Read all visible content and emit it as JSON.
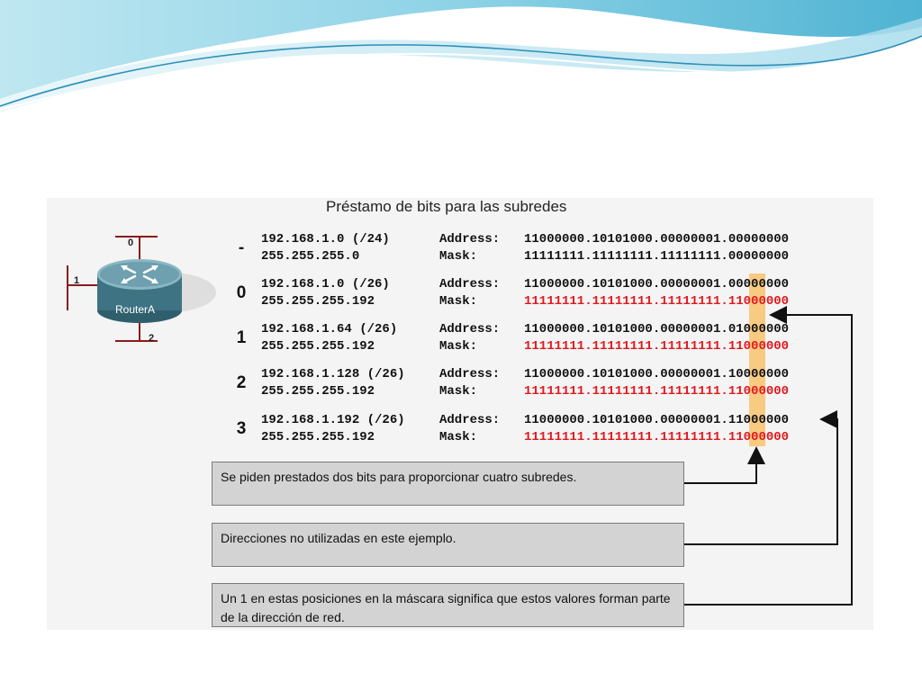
{
  "title": "Préstamo de bits para las subredes",
  "router": {
    "name": "RouterA",
    "ports": [
      "0",
      "1",
      "2"
    ]
  },
  "colors": {
    "highlight": "#f9c77b",
    "mask_bits": "#e0191f",
    "note_background": "#d3d3d3"
  },
  "rows": [
    {
      "index": "-",
      "network": "192.168.1.0 (/24)",
      "mask": "255.255.255.0",
      "address_label": "Address:",
      "mask_label": "Mask:",
      "address_binary": "11000000.10101000.00000001.00000000",
      "mask_binary": "11111111.11111111.11111111.00000000"
    },
    {
      "index": "0",
      "network": "192.168.1.0 (/26)",
      "mask": "255.255.255.192",
      "address_label": "Address:",
      "mask_label": "Mask:",
      "address_binary": "11000000.10101000.00000001.00000000",
      "mask_binary": "11111111.11111111.11111111.11000000"
    },
    {
      "index": "1",
      "network": "192.168.1.64 (/26)",
      "mask": "255.255.255.192",
      "address_label": "Address:",
      "mask_label": "Mask:",
      "address_binary": "11000000.10101000.00000001.01000000",
      "mask_binary": "11111111.11111111.11111111.11000000"
    },
    {
      "index": "2",
      "network": "192.168.1.128 (/26)",
      "mask": "255.255.255.192",
      "address_label": "Address:",
      "mask_label": "Mask:",
      "address_binary": "11000000.10101000.00000001.10000000",
      "mask_binary": "11111111.11111111.11111111.11000000"
    },
    {
      "index": "3",
      "network": "192.168.1.192 (/26)",
      "mask": "255.255.255.192",
      "address_label": "Address:",
      "mask_label": "Mask:",
      "address_binary": "11000000.10101000.00000001.11000000",
      "mask_binary": "11111111.11111111.11111111.11000000"
    }
  ],
  "notes": [
    "Se piden prestados dos bits para proporcionar cuatro subredes.",
    "Direcciones no utilizadas en este ejemplo.",
    "Un 1 en estas posiciones en la máscara significa que estos valores forman parte de la dirección de red."
  ]
}
